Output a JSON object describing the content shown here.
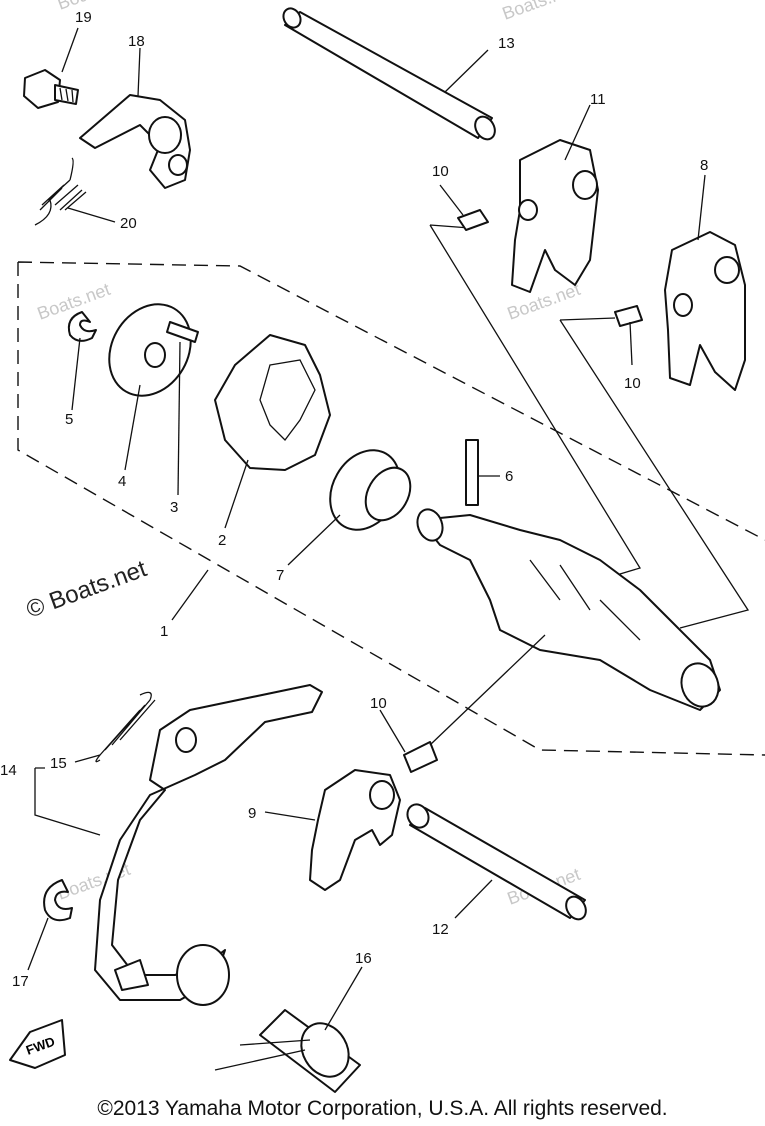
{
  "callouts": {
    "c1": "1",
    "c2": "2",
    "c3": "3",
    "c4": "4",
    "c5": "5",
    "c6": "6",
    "c7": "7",
    "c8": "8",
    "c9": "9",
    "c10a": "10",
    "c10b": "10",
    "c10c": "10",
    "c11": "11",
    "c12": "12",
    "c13": "13",
    "c14": "14",
    "c15": "15",
    "c16": "16",
    "c17": "17",
    "c18": "18",
    "c19": "19",
    "c20": "20"
  },
  "watermarks": {
    "boats": "Boats.net",
    "copy_boats": "© Boats.net",
    "fwd": "FWD"
  },
  "footer": {
    "copyright": "©2013 Yamaha Motor Corporation, U.S.A. All rights reserved."
  }
}
